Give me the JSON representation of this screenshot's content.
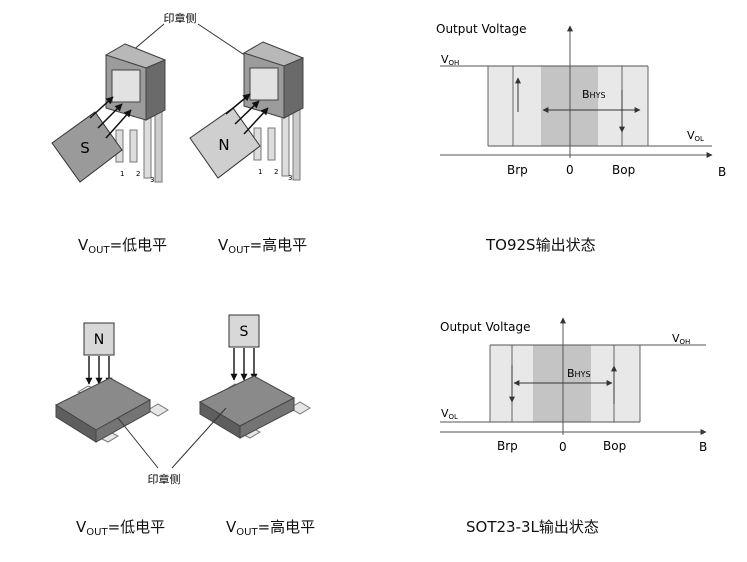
{
  "top": {
    "marking_label": "印章侧",
    "pole_left": "S",
    "pole_right": "N",
    "pin_numbers": [
      "1",
      "2",
      "3"
    ],
    "caption_left": {
      "v": "V",
      "sub": "OUT",
      "text": "=低电平"
    },
    "caption_right": {
      "v": "V",
      "sub": "OUT",
      "text": "=高电平"
    },
    "chart_caption": "TO92S输出状态",
    "chart": {
      "y_title": "Output Voltage",
      "voh": "V",
      "voh_sub": "OH",
      "vol": "V",
      "vol_sub": "OL",
      "bhys": "B",
      "bhys_sub": "HYS",
      "brp": "Brp",
      "zero": "0",
      "bop": "Bop",
      "x_axis": "B"
    }
  },
  "bottom": {
    "marking_label": "印章侧",
    "pole_left": "N",
    "pole_right": "S",
    "caption_left": {
      "v": "V",
      "sub": "OUT",
      "text": "=低电平"
    },
    "caption_right": {
      "v": "V",
      "sub": "OUT",
      "text": "=高电平"
    },
    "chart_caption": "SOT23-3L输出状态",
    "chart": {
      "y_title": "Output Voltage",
      "voh": "V",
      "voh_sub": "OH",
      "vol": "V",
      "vol_sub": "OL",
      "bhys": "B",
      "bhys_sub": "HYS",
      "brp": "Brp",
      "zero": "0",
      "bop": "Bop",
      "x_axis": "B"
    }
  },
  "colors": {
    "band_light": "#e8e8e8",
    "band_dark": "#c4c4c4",
    "body_gray": "#6f6f6f",
    "magnet_gray": "#9a9a9a",
    "line": "#555555"
  }
}
